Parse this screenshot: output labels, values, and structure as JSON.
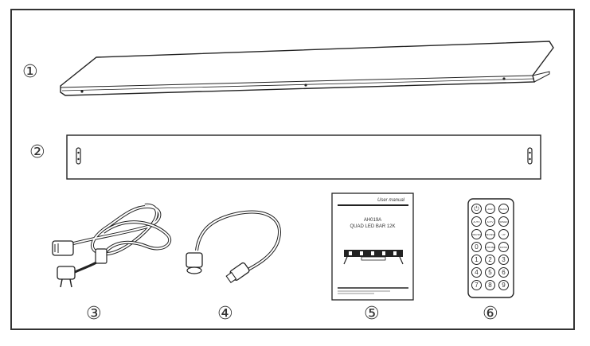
{
  "labels": [
    "①",
    "②",
    "③",
    "④",
    "⑤",
    "⑥"
  ],
  "manual": {
    "header": "User manual",
    "model": "AH019A",
    "product": "QUAD LED BAR 12K"
  },
  "remote": {
    "rows": [
      [
        "⏻",
        "LIGHT",
        "BLACK"
      ],
      [
        "AUTO",
        "ACTV",
        "SPEED"
      ],
      [
        "PREVIEW",
        "REVIEW",
        "UP"
      ],
      [
        "0",
        "STROBE",
        "DOWN"
      ],
      [
        "1",
        "2",
        "3"
      ],
      [
        "4",
        "5",
        "6"
      ],
      [
        "7",
        "8",
        "9"
      ]
    ]
  }
}
